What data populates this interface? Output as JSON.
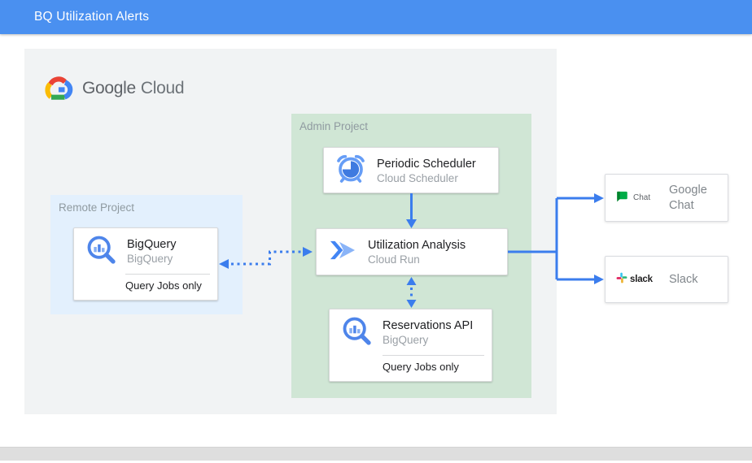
{
  "header": {
    "title": "BQ Utilization Alerts"
  },
  "logo": {
    "google": "Google",
    "cloud": "Cloud",
    "icon": "google-cloud-icon"
  },
  "groups": {
    "remote": {
      "label": "Remote Project",
      "bg": "#e3f0fd"
    },
    "admin": {
      "label": "Admin Project",
      "bg": "#d0e6d5"
    }
  },
  "nodes": {
    "bigquery": {
      "title": "BigQuery",
      "subtitle": "BigQuery",
      "note": "Query Jobs only",
      "icon": "bigquery-icon"
    },
    "scheduler": {
      "title": "Periodic Scheduler",
      "subtitle": "Cloud Scheduler",
      "icon": "cloud-scheduler-icon"
    },
    "utilization": {
      "title": "Utilization Analysis",
      "subtitle": "Cloud Run",
      "icon": "cloud-run-icon"
    },
    "reservations": {
      "title": "Reservations API",
      "subtitle": "BigQuery",
      "note": "Query Jobs only",
      "icon": "bigquery-icon"
    },
    "gchat": {
      "label": "Google Chat",
      "wordmark": "Chat",
      "icon": "google-chat-icon"
    },
    "slack": {
      "label": "Slack",
      "wordmark": "slack",
      "icon": "slack-icon"
    }
  },
  "connectors": {
    "scheduler_to_utilization": "solid-down-arrow",
    "utilization_reservations": "dotted-bidirectional-vertical",
    "bigquery_utilization": "dotted-bidirectional-horizontal",
    "utilization_to_chat_and_slack": "solid-branch-right"
  },
  "colors": {
    "header_bg": "#4a90f0",
    "canvas_bg": "#f1f3f4",
    "remote_group_bg": "#e3f0fd",
    "admin_group_bg": "#d0e6d5",
    "arrow_blue": "#3b7ded",
    "title_text": "#202124",
    "subtitle_text": "#9aa0a6",
    "group_label_text": "#8f9aa0"
  }
}
